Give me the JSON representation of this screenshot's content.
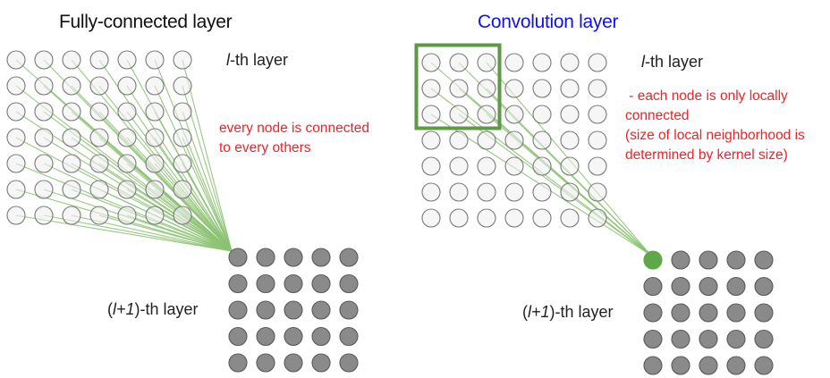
{
  "left_panel": {
    "title": "Fully-connected layer",
    "input_layer_label": {
      "italic": "l",
      "rest": "-th layer"
    },
    "output_layer_label": {
      "open": "(",
      "italic": "l+1",
      "rest": ")-th layer"
    },
    "annotation": [
      "every node is connected",
      "to every others"
    ],
    "input_grid": {
      "rows": 7,
      "cols": 7
    },
    "output_grid": {
      "rows": 5,
      "cols": 5
    }
  },
  "right_panel": {
    "title": "Convolution layer",
    "input_layer_label": {
      "italic": "l",
      "rest": "-th layer"
    },
    "output_layer_label": {
      "open": "(",
      "italic": "l+1",
      "rest": ")-th layer"
    },
    "annotation": [
      " - each node is only locally",
      "connected",
      "(size of local neighborhood is",
      "determined by kernel size)"
    ],
    "input_grid": {
      "rows": 7,
      "cols": 7
    },
    "output_grid": {
      "rows": 5,
      "cols": 5
    },
    "kernel": {
      "rows": 3,
      "cols": 3
    }
  },
  "colors": {
    "title_left": "#111111",
    "title_right": "#1010f0",
    "input_node_fill": "#eeeeee",
    "input_node_stroke": "#7a7a7a",
    "output_node_fill": "#8a8a8a",
    "output_node_stroke": "#5a5a5a",
    "connection_line": "#8cc373",
    "active_node": "#5ea847",
    "kernel_box": "#5e9a46",
    "annotation_text": "#e8262b"
  }
}
